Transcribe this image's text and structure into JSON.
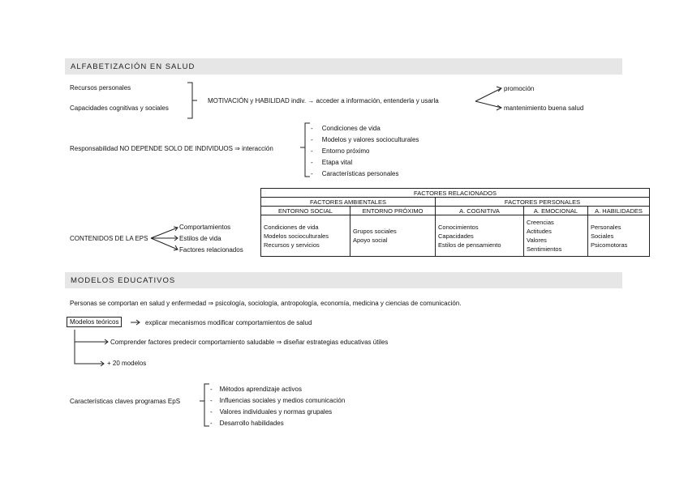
{
  "section1": {
    "header": "ALFABETIZACIÓN EN SALUD",
    "recursos": "Recursos personales",
    "capacidades": "Capacidades cognitivas y sociales",
    "motivacion": "MOTIVACIÓN y HABILIDAD indiv.  →  acceder a información, entenderla y usarla",
    "promocion": "promoción",
    "mantenimiento": "mantenimiento buena salud",
    "responsabilidad": "Responsabilidad  NO DEPENDE SOLO DE INDIVIDUOS  ⇒  interacción",
    "interaccion_items": [
      "Condiciones de vida",
      "Modelos y valores socioculturales",
      "Entorno próximo",
      "Etapa vital",
      "Características personales"
    ],
    "contenidos": "CONTENIDOS DE LA EPS",
    "contenidos_items": [
      "Comportamientos",
      "Estilos de vida",
      "Factores relacionados"
    ]
  },
  "table": {
    "title": "FACTORES RELACIONADOS",
    "group_ambientales": "FACTORES AMBIENTALES",
    "group_personales": "FACTORES PERSONALES",
    "columns": [
      "ENTORNO SOCIAL",
      "ENTORNO PRÓXIMO",
      "A. COGNITIVA",
      "A. EMOCIONAL",
      "A. HABILIDADES"
    ],
    "cells": [
      [
        "Condiciones de vida",
        "Modelos socioculturales",
        "Recursos y servicios"
      ],
      [
        "Grupos sociales",
        "Apoyo social"
      ],
      [
        "Conocimientos",
        "Capacidades",
        "Estilos de pensamiento"
      ],
      [
        "Creencias",
        "Actitudes",
        "Valores",
        "Sentimientos"
      ],
      [
        "Personales",
        "Sociales",
        "Psicomotoras"
      ]
    ]
  },
  "section2": {
    "header": "MODELOS EDUCATIVOS",
    "personas": "Personas se comportan en salud y enfermedad  ⇒  psicología, sociología, antropología, economía, medicina y ciencias de comunicación.",
    "modelos_teoricos": "Modelos teóricos",
    "explicar": "explicar mecanismos modificar comportamientos de salud",
    "comprender": "Comprender factores predecir comportamiento saludable  ⇒  diseñar estrategias educativas útiles",
    "veinte": "+ 20 modelos",
    "caracteristicas": "Características claves programas EpS",
    "caracteristicas_items": [
      "Métodos aprendizaje activos",
      "Influencias sociales y medios comunicación",
      "Valores individuales y normas grupales",
      "Desarrollo habilidades"
    ]
  }
}
